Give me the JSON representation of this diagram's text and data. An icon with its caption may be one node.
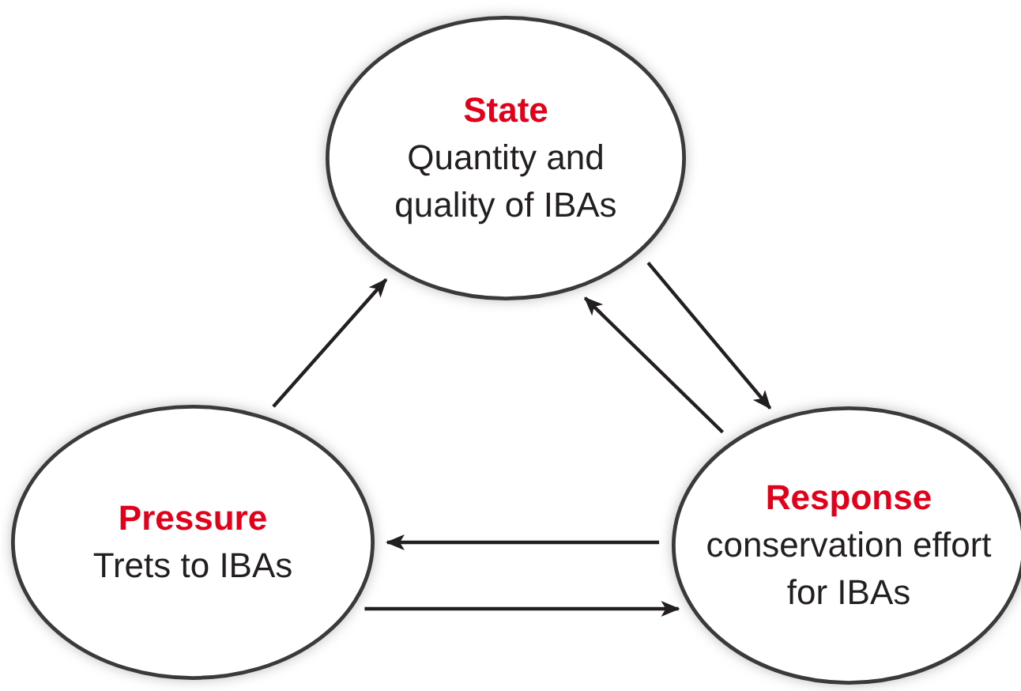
{
  "diagram": {
    "nodes": [
      {
        "text": [
          "State",
          "Quantity and quality of IBAs"
        ]
      },
      {
        "text": [
          "Pressure",
          "Trets to IBAs"
        ]
      },
      {
        "text": [
          "Response",
          "conservation effort for IBAs"
        ]
      }
    ],
    "edges": [
      {
        "from": 1,
        "to": 0,
        "arrow": "to"
      },
      {
        "from": 0,
        "to": 2,
        "arrow": "to"
      },
      {
        "from": 2,
        "to": 0,
        "arrow": "to"
      },
      {
        "from": 2,
        "to": 1,
        "arrow": "to"
      },
      {
        "from": 1,
        "to": 2,
        "arrow": "to"
      }
    ]
  }
}
